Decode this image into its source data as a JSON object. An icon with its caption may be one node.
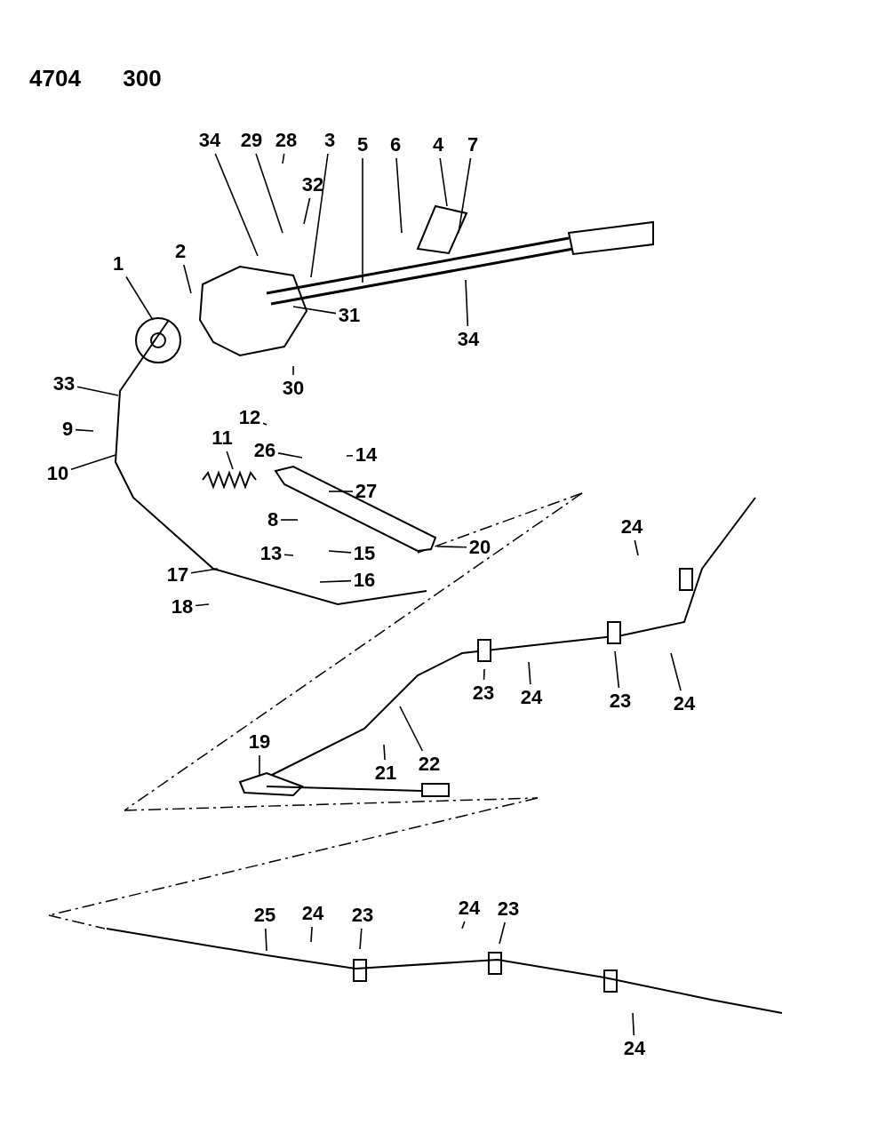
{
  "diagram": {
    "nodes": [
      {
        "text": [
          "1"
        ]
      },
      {
        "text": [
          "2"
        ]
      },
      {
        "text": [
          "34"
        ]
      },
      {
        "text": [
          "29"
        ]
      },
      {
        "text": [
          "28"
        ]
      },
      {
        "text": [
          "32"
        ]
      },
      {
        "text": [
          "3"
        ]
      },
      {
        "text": [
          "5"
        ]
      },
      {
        "text": [
          "6"
        ]
      },
      {
        "text": [
          "4"
        ]
      },
      {
        "text": [
          "7"
        ]
      },
      {
        "text": [
          "34"
        ]
      },
      {
        "text": [
          "31"
        ]
      },
      {
        "text": [
          "30"
        ]
      },
      {
        "text": [
          "33"
        ]
      },
      {
        "text": [
          "9"
        ]
      },
      {
        "text": [
          "10"
        ]
      },
      {
        "text": [
          "11"
        ]
      },
      {
        "text": [
          "12"
        ]
      },
      {
        "text": [
          "26"
        ]
      },
      {
        "text": [
          "14"
        ]
      },
      {
        "text": [
          "27"
        ]
      },
      {
        "text": [
          "8"
        ]
      },
      {
        "text": [
          "13"
        ]
      },
      {
        "text": [
          "15"
        ]
      },
      {
        "text": [
          "16"
        ]
      },
      {
        "text": [
          "20"
        ]
      },
      {
        "text": [
          "17"
        ]
      },
      {
        "text": [
          "18"
        ]
      },
      {
        "text": [
          "24"
        ]
      },
      {
        "text": [
          "23"
        ]
      },
      {
        "text": [
          "24"
        ]
      },
      {
        "text": [
          "23"
        ]
      },
      {
        "text": [
          "24"
        ]
      },
      {
        "text": [
          "22"
        ]
      },
      {
        "text": [
          "21"
        ]
      },
      {
        "text": [
          "19"
        ]
      },
      {
        "text": [
          "25"
        ]
      },
      {
        "text": [
          "24"
        ]
      },
      {
        "text": [
          "23"
        ]
      },
      {
        "text": [
          "24"
        ]
      },
      {
        "text": [
          "23"
        ]
      },
      {
        "text": [
          "24"
        ]
      }
    ],
    "edges": [
      {
        "from": 0,
        "to": null,
        "arrow": "none"
      },
      {
        "from": 1,
        "to": null,
        "arrow": "none"
      },
      {
        "from": 2,
        "to": null,
        "arrow": "none"
      },
      {
        "from": 3,
        "to": null,
        "arrow": "none"
      },
      {
        "from": 4,
        "to": null,
        "arrow": "none"
      },
      {
        "from": 5,
        "to": null,
        "arrow": "none"
      },
      {
        "from": 6,
        "to": null,
        "arrow": "none"
      },
      {
        "from": 7,
        "to": null,
        "arrow": "none"
      },
      {
        "from": 8,
        "to": null,
        "arrow": "none"
      },
      {
        "from": 9,
        "to": null,
        "arrow": "none"
      },
      {
        "from": 10,
        "to": null,
        "arrow": "none"
      },
      {
        "from": 11,
        "to": null,
        "arrow": "none"
      },
      {
        "from": 12,
        "to": null,
        "arrow": "none"
      },
      {
        "from": 13,
        "to": null,
        "arrow": "none"
      },
      {
        "from": 14,
        "to": null,
        "arrow": "none"
      },
      {
        "from": 15,
        "to": null,
        "arrow": "none"
      },
      {
        "from": 16,
        "to": null,
        "arrow": "none"
      },
      {
        "from": 17,
        "to": null,
        "arrow": "none"
      },
      {
        "from": 18,
        "to": null,
        "arrow": "none"
      },
      {
        "from": 19,
        "to": null,
        "arrow": "none"
      },
      {
        "from": 20,
        "to": null,
        "arrow": "none"
      },
      {
        "from": 21,
        "to": null,
        "arrow": "none"
      },
      {
        "from": 22,
        "to": null,
        "arrow": "none"
      },
      {
        "from": 23,
        "to": null,
        "arrow": "none"
      },
      {
        "from": 24,
        "to": null,
        "arrow": "none"
      },
      {
        "from": 25,
        "to": null,
        "arrow": "none"
      },
      {
        "from": 26,
        "to": null,
        "arrow": "none"
      },
      {
        "from": 27,
        "to": null,
        "arrow": "none"
      },
      {
        "from": 28,
        "to": null,
        "arrow": "none"
      },
      {
        "from": 29,
        "to": null,
        "arrow": "none"
      },
      {
        "from": 30,
        "to": null,
        "arrow": "none"
      },
      {
        "from": 31,
        "to": null,
        "arrow": "none"
      },
      {
        "from": 32,
        "to": null,
        "arrow": "none"
      },
      {
        "from": 33,
        "to": null,
        "arrow": "none"
      },
      {
        "from": 34,
        "to": null,
        "arrow": "none"
      },
      {
        "from": 35,
        "to": null,
        "arrow": "none"
      },
      {
        "from": 36,
        "to": null,
        "arrow": "none"
      },
      {
        "from": 37,
        "to": null,
        "arrow": "none"
      },
      {
        "from": 38,
        "to": null,
        "arrow": "none"
      },
      {
        "from": 39,
        "to": null,
        "arrow": "none"
      },
      {
        "from": 40,
        "to": null,
        "arrow": "none"
      },
      {
        "from": 41,
        "to": null,
        "arrow": "none"
      },
      {
        "from": 42,
        "to": null,
        "arrow": "none"
      }
    ],
    "labels": [
      "4704",
      "300"
    ]
  }
}
